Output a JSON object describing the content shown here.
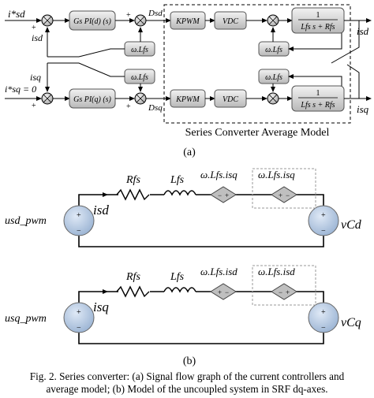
{
  "diagram_a": {
    "input_d": "i*sd",
    "input_q": "i*sq = 0",
    "feedback_d": "isd",
    "feedback_q": "isq",
    "pi_d": "Gs PI(d) (s)",
    "pi_q": "Gs PI(q) (s)",
    "coupling_1": "ω.Lfs",
    "coupling_2": "ω.Lfs",
    "dist_d": "Dsd",
    "dist_q": "Dsq",
    "kpwm": "KPWM",
    "vdc": "VDC",
    "tf_num": "1",
    "tf_den": "Lfs s + Rfs",
    "avg_coupling_1": "ω.Lfs",
    "avg_coupling_2": "ω.Lfs",
    "out_d": "isd",
    "out_q": "isq",
    "avg_model_title": "Series Converter Average Model",
    "plus": "+",
    "minus": "−"
  },
  "sub_a": "(a)",
  "sub_b": "(b)",
  "circuit_d": {
    "src_left": "usd_pwm",
    "current": "isd",
    "r": "Rfs",
    "l": "Lfs",
    "dep1": "ω.Lfs.isq",
    "dep2": "ω.Lfs.isq",
    "src_right": "vCd"
  },
  "circuit_q": {
    "src_left": "usq_pwm",
    "current": "isq",
    "r": "Rfs",
    "l": "Lfs",
    "dep1": "ω.Lfs.isd",
    "dep2": "ω.Lfs.isd",
    "src_right": "vCq"
  },
  "caption": {
    "line1": "Fig. 2.  Series converter: (a) Signal flow graph of the current controllers and",
    "line2": "average model; (b) Model of the uncoupled system in SRF dq-axes."
  }
}
